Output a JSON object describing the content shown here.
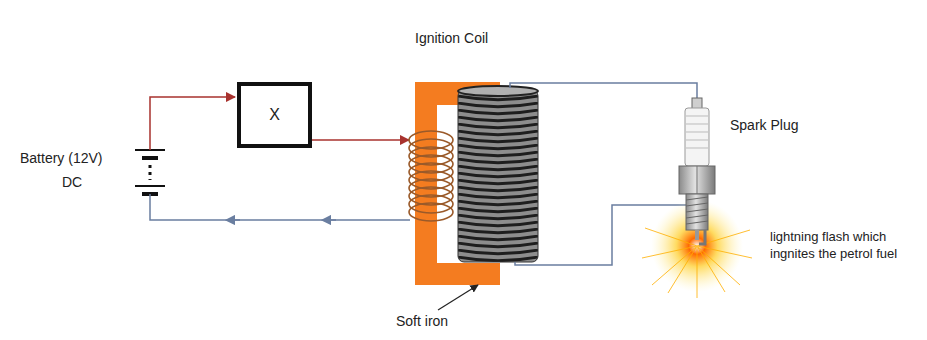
{
  "diagram": {
    "nodes": [
      {
        "text": [
          "X"
        ]
      }
    ],
    "labels": [
      "Ignition Coil",
      "Battery (12V)",
      "DC",
      "Spark Plug",
      "lightning flash which ingnites the petrol fuel",
      "Soft iron"
    ]
  }
}
